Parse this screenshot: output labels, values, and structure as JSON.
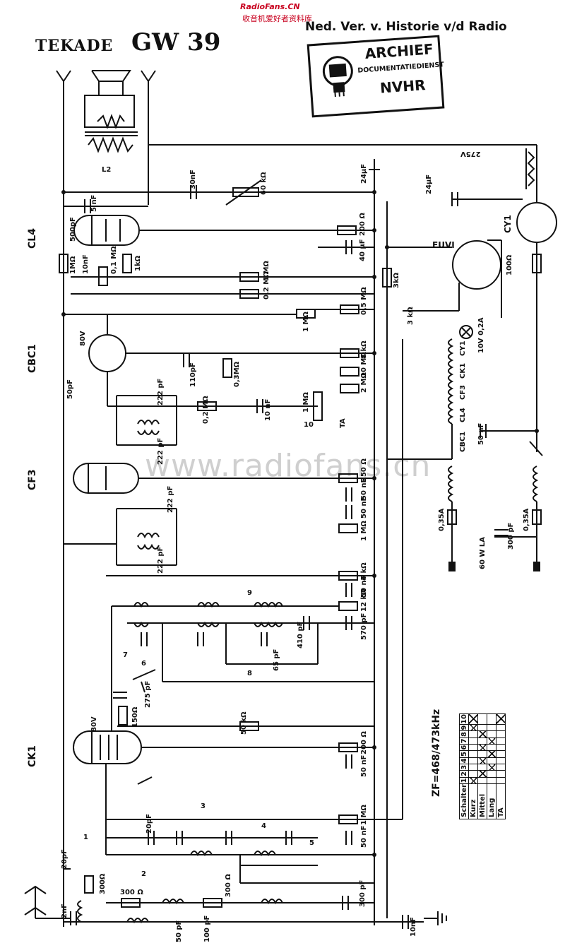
{
  "header": {
    "site": "RadioFans.CN",
    "site_cn": "收音机爱好者资料库",
    "brand": "TEKADE",
    "model": "GW 39",
    "archive_org": "Ned. Ver. v. Historie v/d Radio"
  },
  "stamp": {
    "line1": "ARCHIEF",
    "line2": "DOCUMENTATIEDIENST",
    "line3": "NVHR"
  },
  "watermark": "www.radiofans.cn",
  "tubes": [
    "CL4",
    "CBC1",
    "CF3",
    "CK1",
    "EUVI",
    "CY1"
  ],
  "components": {
    "c_30nf": "30nF",
    "r_60k": "60 kΩ",
    "c_24uf_a": "24µF",
    "c_24uf_b": "24µF",
    "c_5nf": "5 nF",
    "c_500pf": "500pF",
    "r_1m": "1MΩ",
    "c_10nf": "10nF",
    "r_01m": "0,1 MΩ",
    "r_1k": "1kΩ",
    "r_200": "200 Ω",
    "c_40uf": "40 µF",
    "r_1m_b": "1 MΩ",
    "r_02m": "0,2 MΩ",
    "r_05m": "0,5 MΩ",
    "r_1m_c": "1 MΩ",
    "v_80": "80V",
    "r_8k": "8 kΩ",
    "r_10m": "10 MΩ",
    "r_2m": "2 MΩ",
    "c_110pf": "110pF",
    "r_03m": "0,3MΩ",
    "c_50pf": "50pF",
    "c_222pf": "222 pF",
    "r_02m_b": "0,2 MΩ",
    "c_10nf_b": "10 nF",
    "r_1m_vol": "1 MΩ",
    "ta": "TA",
    "r_250": "250 Ω",
    "c_50nf": "50 nF",
    "c_50nf_b": "50 nF",
    "r_1m_d": "1 MΩ",
    "r_4k": "4 kΩ",
    "c_50nf_c": "50 nF",
    "r_12k": "12 kΩ",
    "c_570pf": "570 pF",
    "c_410pf": "410 pF",
    "c_65pf": "65 pF",
    "c_275pf": "275 pF",
    "r_150": "150Ω",
    "r_50k": "50 kΩ",
    "r_200_b": "200 Ω",
    "c_50nf_d": "50 nF",
    "r_1m_e": "1 MΩ",
    "c_50nf_e": "50 nF",
    "c_20pf": "20pF",
    "c_20pf_b": "20pF",
    "c_2nf": "2nF",
    "r_300": "300Ω",
    "r_300_b": "300 Ω",
    "r_300_c": "300 Ω",
    "c_50pf_b": "50 pF",
    "c_100pf": "100 pF",
    "c_300pf": "300 pF",
    "c_10nf_c": "10nF",
    "r_3k": "3kΩ",
    "r_3k_b": "3 kΩ",
    "r_100": "100Ω",
    "v_275": "275V",
    "lamp": "10V 0,2A",
    "fil_cy1": "CY1",
    "fil_ck1": "CK1",
    "fil_cf3": "CF3",
    "fil_cl4": "CL4",
    "fil_cbc1": "CBC1",
    "c_50nf_f": "50 nF",
    "fuse1": "0,35A",
    "fuse2": "0,35A",
    "c_300pf_b": "300 pF",
    "la": "60 W LA",
    "l2": "L2"
  },
  "switch_numbers": [
    "1",
    "2",
    "3",
    "4",
    "5",
    "6",
    "7",
    "8",
    "9",
    "10"
  ],
  "switch_table": {
    "header": "Schalter",
    "columns": [
      "1",
      "2",
      "3",
      "4",
      "5",
      "6",
      "7",
      "8",
      "9",
      "10"
    ],
    "rows": [
      {
        "label": "Kurz",
        "marks": [
          1,
          0,
          0,
          0,
          0,
          0,
          0,
          0,
          1,
          1
        ]
      },
      {
        "label": "Mittel",
        "marks": [
          0,
          1,
          0,
          1,
          0,
          1,
          0,
          1,
          0,
          0
        ]
      },
      {
        "label": "Lang",
        "marks": [
          0,
          0,
          1,
          0,
          1,
          0,
          1,
          0,
          0,
          0
        ]
      },
      {
        "label": "TA",
        "marks": [
          0,
          0,
          0,
          0,
          0,
          0,
          0,
          0,
          0,
          1
        ]
      }
    ]
  },
  "zf": "ZF=468/473kHz"
}
